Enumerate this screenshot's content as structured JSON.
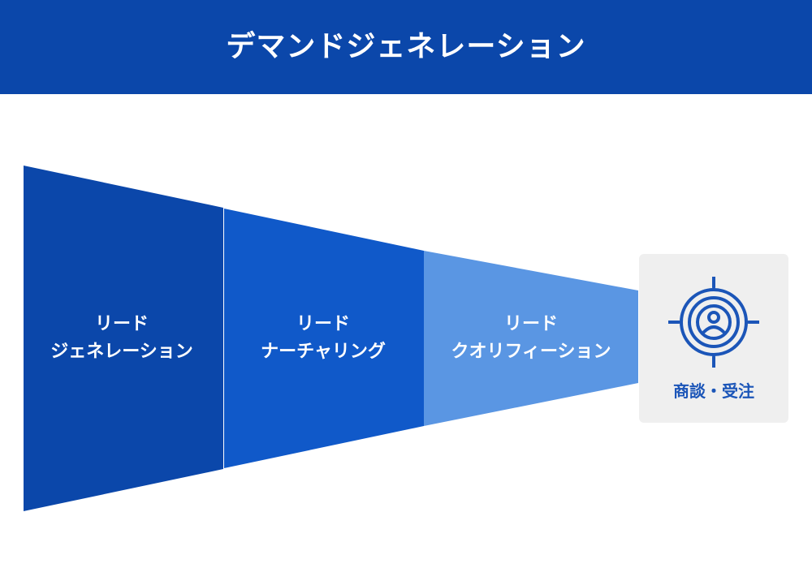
{
  "header": {
    "title": "デマンドジェネレーション"
  },
  "stages": [
    {
      "line1": "リード",
      "line2": "ジェネレーション",
      "color": "#0b47aa"
    },
    {
      "line1": "リード",
      "line2": "ナーチャリング",
      "color": "#1059c9"
    },
    {
      "line1": "リード",
      "line2": "クオリフィーション",
      "color": "#5a96e3"
    }
  ],
  "goal": {
    "label": "商談・受注",
    "icon": "target-person-icon",
    "color": "#1b55b8",
    "background": "#efefef"
  },
  "colors": {
    "header": "#0b47aa"
  }
}
